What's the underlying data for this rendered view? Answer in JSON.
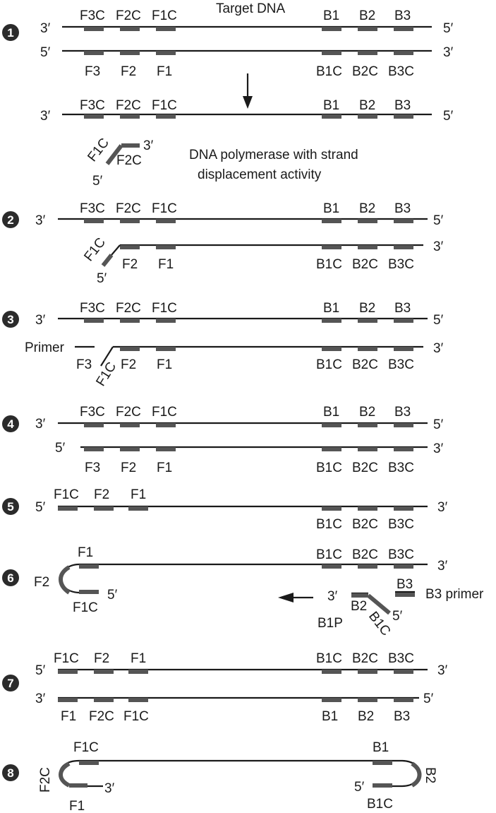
{
  "title": "Target DNA",
  "ends": {
    "three": "3′",
    "five": "5′"
  },
  "steps": [
    "1",
    "2",
    "3",
    "4",
    "5",
    "6",
    "7",
    "8"
  ],
  "regions": {
    "F3C": "F3C",
    "F2C": "F2C",
    "F1C": "F1C",
    "F3": "F3",
    "F2": "F2",
    "F1": "F1",
    "B1": "B1",
    "B2": "B2",
    "B3": "B3",
    "B1C": "B1C",
    "B2C": "B2C",
    "B3C": "B3C",
    "B1P": "B1P"
  },
  "annotations": {
    "polymerase_line1": "DNA polymerase with strand",
    "polymerase_line2": "displacement activity",
    "primer": "Primer",
    "b3_primer": "B3 primer"
  }
}
